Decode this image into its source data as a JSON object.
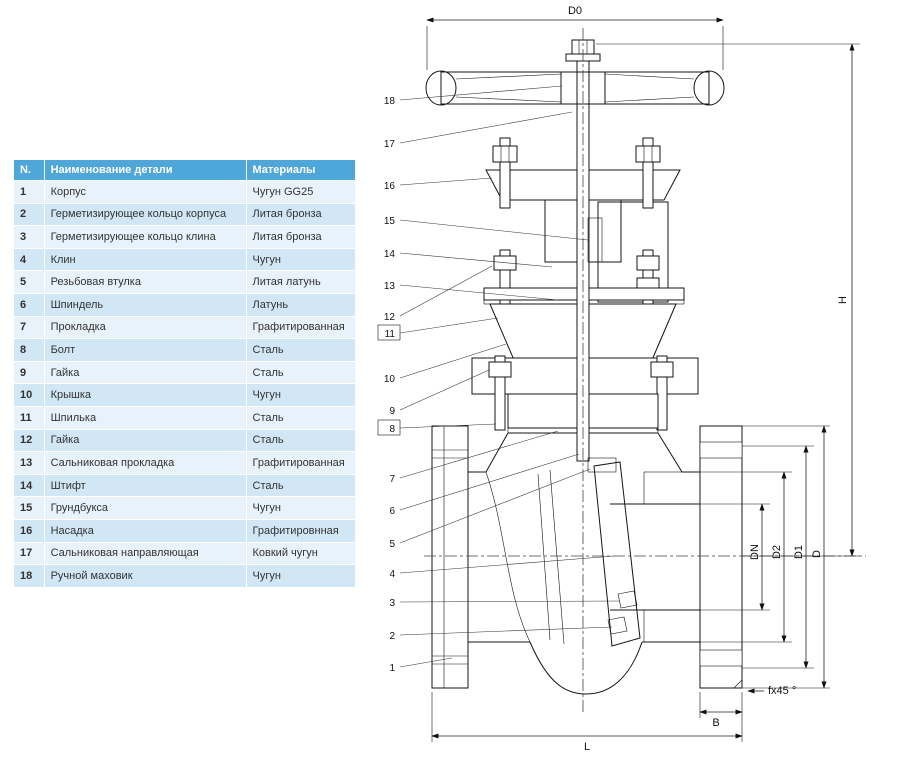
{
  "table": {
    "headers": {
      "n": "N.",
      "name": "Наименование детали",
      "material": "Материалы"
    },
    "rows": [
      {
        "n": "1",
        "name": "Корпус",
        "material": "Чугун GG25"
      },
      {
        "n": "2",
        "name": "Герметизирующее кольцо корпуса",
        "material": "Литая бронза"
      },
      {
        "n": "3",
        "name": "Герметизирующее кольцо клина",
        "material": "Литая бронза"
      },
      {
        "n": "4",
        "name": "Клин",
        "material": "Чугун"
      },
      {
        "n": "5",
        "name": "Резьбовая втулка",
        "material": "Литая латунь"
      },
      {
        "n": "6",
        "name": "Шпиндель",
        "material": "Латунь"
      },
      {
        "n": "7",
        "name": "Прокладка",
        "material": "Графитированная"
      },
      {
        "n": "8",
        "name": "Болт",
        "material": "Сталь"
      },
      {
        "n": "9",
        "name": "Гайка",
        "material": "Сталь"
      },
      {
        "n": "10",
        "name": "Крышка",
        "material": "Чугун"
      },
      {
        "n": "11",
        "name": "Шпилька",
        "material": "Сталь"
      },
      {
        "n": "12",
        "name": "Гайка",
        "material": "Сталь"
      },
      {
        "n": "13",
        "name": "Сальниковая прокладка",
        "material": "Графитированная"
      },
      {
        "n": "14",
        "name": "Штифт",
        "material": "Сталь"
      },
      {
        "n": "15",
        "name": "Грундбукса",
        "material": "Чугун"
      },
      {
        "n": "16",
        "name": "Насадка",
        "material": "Графитировнная"
      },
      {
        "n": "17",
        "name": "Сальниковая направляющая",
        "material": "Ковкий чугун"
      },
      {
        "n": "18",
        "name": "Ручной маховик",
        "material": "Чугун"
      }
    ]
  },
  "drawing": {
    "callouts": [
      "18",
      "17",
      "16",
      "15",
      "14",
      "13",
      "12",
      "11",
      "10",
      "9",
      "8",
      "7",
      "6",
      "5",
      "4",
      "3",
      "2",
      "1"
    ],
    "dimensions": {
      "d0": "D0",
      "h": "H",
      "dn": "DN",
      "d2": "D2",
      "d1": "D1",
      "d": "D",
      "b": "B",
      "l": "L",
      "chamfer": "fx45 °"
    }
  }
}
